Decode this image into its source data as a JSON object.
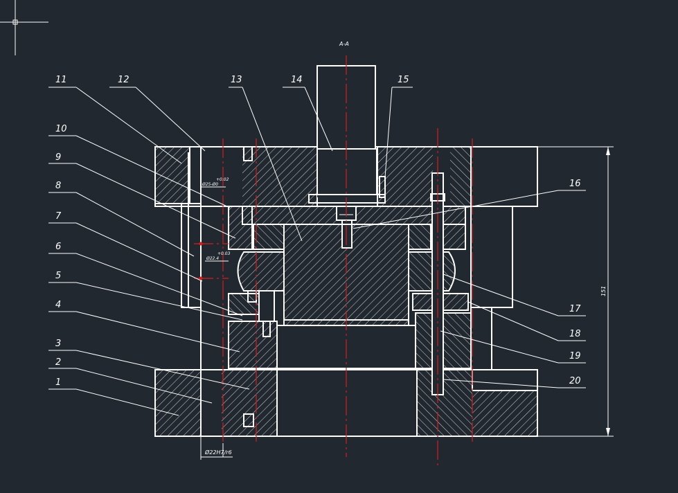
{
  "drawing": {
    "section_title": "A-A",
    "part_numbers": [
      "1",
      "2",
      "3",
      "4",
      "5",
      "6",
      "7",
      "8",
      "9",
      "10",
      "11",
      "12",
      "13",
      "14",
      "15",
      "16",
      "17",
      "18",
      "19",
      "20"
    ],
    "dimensions": {
      "overall_height": "151",
      "fit_bottom": "Ø22H7/r6",
      "fit_top": "Ø25-Ø0",
      "fit_mid": "Ø22.4"
    },
    "tolerances": {
      "top_upper": "+0.02",
      "mid_upper": "+0.03"
    }
  },
  "colors": {
    "background": "#212830",
    "lines": "#ffffff",
    "centerlines": "#d21e1e"
  },
  "icons": {
    "ucs": "ucs-crosshair-icon"
  }
}
